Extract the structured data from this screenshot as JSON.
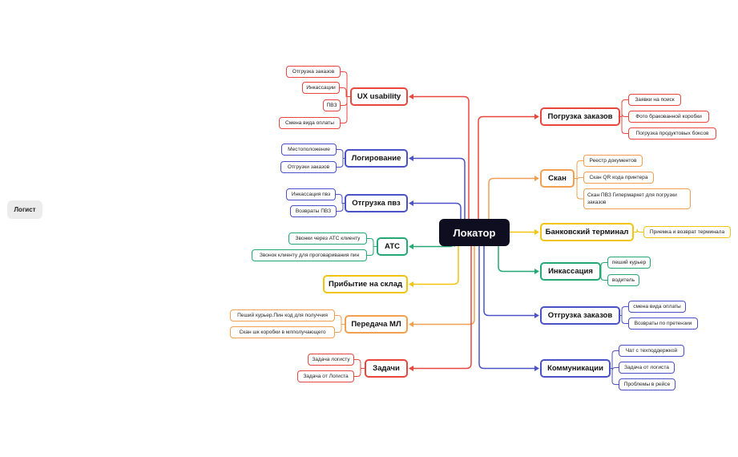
{
  "palette": {
    "red": "#e8473d",
    "blue": "#4b52c7",
    "green": "#25a874",
    "yellow": "#f1c40f",
    "orange": "#f0a050",
    "root_bg": "#0e0e20",
    "side_bg": "#ececec"
  },
  "side_label": "Логист",
  "root": "Локатор",
  "left": [
    {
      "label": "UX usability",
      "color": "red",
      "children": [
        "Отгрузка заказов",
        "Инкассации",
        "ПВЗ",
        "Смена  вида оплаты"
      ]
    },
    {
      "label": "Логирование",
      "color": "blue",
      "children": [
        "Местоположение",
        "Отгрузки заказов"
      ]
    },
    {
      "label": "Отгрузка пвз",
      "color": "blue",
      "children": [
        "Инкассация пвз",
        "Возвраты ПВЗ"
      ]
    },
    {
      "label": "АТС",
      "color": "green",
      "children": [
        "Звонки через АТС клиенту",
        "Звонок клиенту для проговаривания пин"
      ]
    },
    {
      "label": "Прибытие на склад",
      "color": "yellow",
      "children": []
    },
    {
      "label": "Передача МЛ",
      "color": "orange",
      "children": [
        "Пеший курьер.Пин код для получчия",
        "Скан шк коробки в млполучающего"
      ]
    },
    {
      "label": "Задачи",
      "color": "red",
      "children": [
        "Задача логисту",
        "Задача от Логиста"
      ]
    }
  ],
  "right": [
    {
      "label": "Погрузка заказов",
      "color": "red",
      "children": [
        "Заявки на поиск",
        "Фото бракованной коробки",
        "Погрузка продуктовых боксов"
      ]
    },
    {
      "label": "Скан",
      "color": "orange",
      "children": [
        "Реестр документов",
        "Скан QR кода принтера",
        "Скан ПВЗ Гипермаркет для погрузки заказов"
      ]
    },
    {
      "label": "Банковский терминал",
      "color": "yellow",
      "children": [
        "Приемка и возврат терминала"
      ]
    },
    {
      "label": "Инкассация",
      "color": "green",
      "children": [
        "пеший курьер",
        "водитель"
      ]
    },
    {
      "label": "Отгрузка заказов",
      "color": "blue",
      "children": [
        "смена вида оплаты",
        "Возвраты по претензии"
      ]
    },
    {
      "label": "Коммуникации",
      "color": "blue",
      "children": [
        "Чат с техподдержкой",
        "Задача от логиста",
        "Проблемы в рейсе"
      ]
    }
  ]
}
